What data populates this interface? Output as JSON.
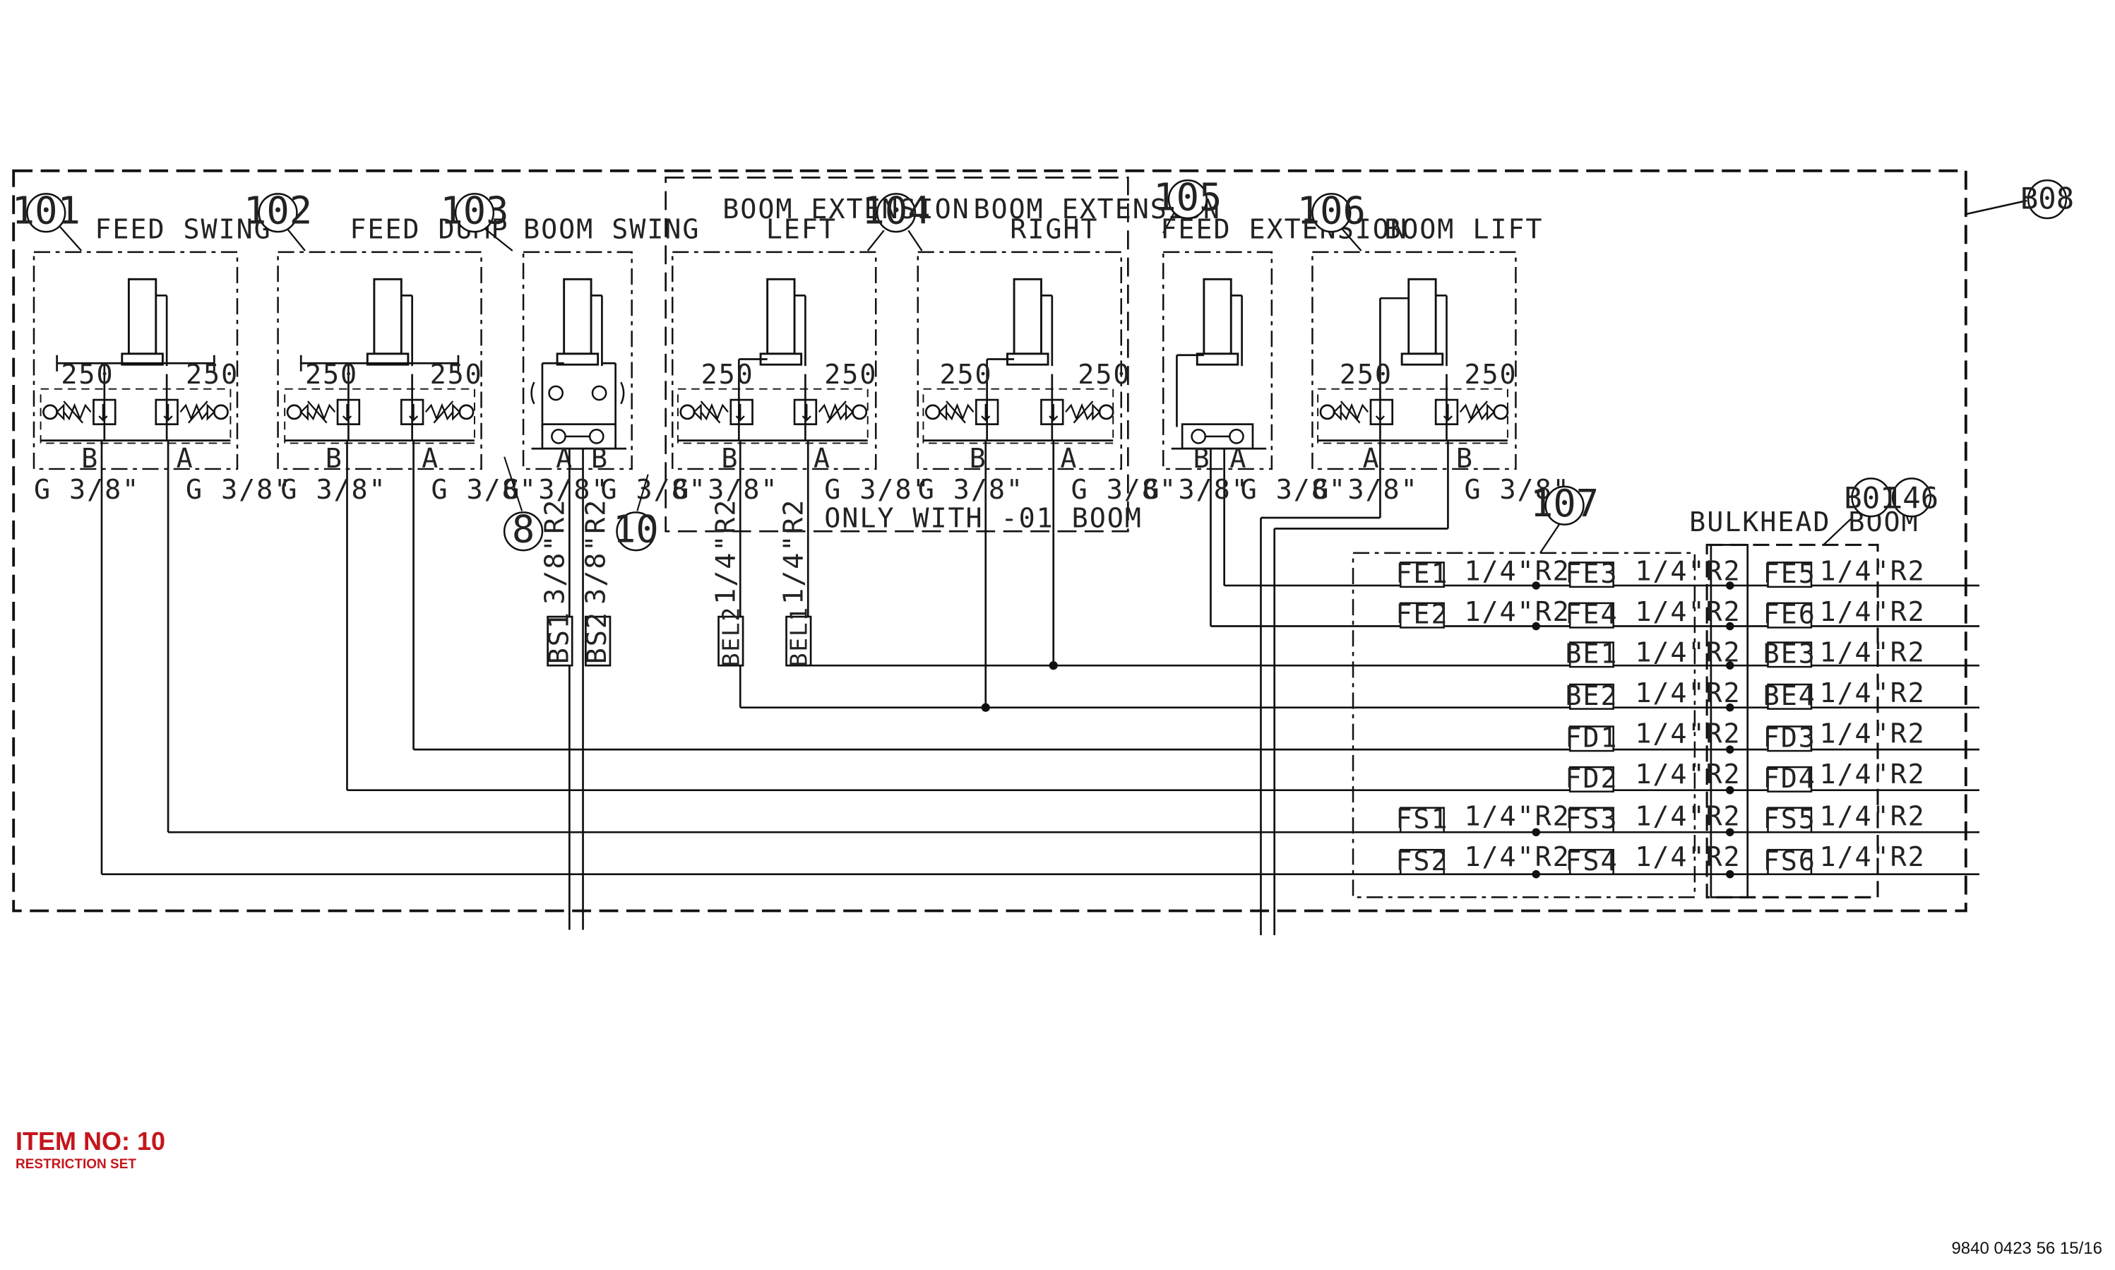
{
  "components": [
    {
      "num": "101",
      "title": "FEED SWING",
      "pressures": [
        "250",
        "250"
      ],
      "ports": [
        "B",
        "A"
      ],
      "fittings": [
        "G 3/8\"",
        "G 3/8\""
      ]
    },
    {
      "num": "102",
      "title": "FEED DUMP",
      "pressures": [
        "250",
        "250"
      ],
      "ports": [
        "B",
        "A"
      ],
      "fittings": [
        "G 3/8\"",
        "G 3/8\""
      ]
    },
    {
      "num": "103",
      "title": "BOOM SWING",
      "pressures": [],
      "ports": [
        "A",
        "B"
      ],
      "fittings": [
        "G 3/8\"",
        "G 3/8\""
      ]
    },
    {
      "num": "104",
      "title": "BOOM EXTENSION LEFT",
      "title_lines": [
        "BOOM EXTENSION",
        "LEFT"
      ],
      "pressures": [
        "250",
        "250"
      ],
      "ports": [
        "B",
        "A"
      ],
      "fittings": [
        "G 3/8\"",
        "G 3/8\""
      ]
    },
    {
      "num": "",
      "title": "BOOM EXTENSION RIGHT",
      "title_lines": [
        "BOOM EXTENSION",
        "RIGHT"
      ],
      "pressures": [
        "250",
        "250"
      ],
      "ports": [
        "B",
        "A"
      ],
      "fittings": [
        "G 3/8\"",
        "G 3/8\""
      ]
    },
    {
      "num": "105",
      "title": "FEED EXTENSION",
      "pressures": [],
      "ports": [
        "B",
        "A"
      ],
      "fittings": [
        "G 3/8\"",
        "G 3/8\""
      ]
    },
    {
      "num": "106",
      "title": "BOOM LIFT",
      "pressures": [
        "250",
        "250"
      ],
      "ports": [
        "A",
        "B"
      ],
      "fittings": [
        "G 3/8\"",
        "G 3/8\""
      ]
    }
  ],
  "callouts": {
    "restrictor_a": "8",
    "restrictor_b": "10",
    "coupling_block": "107",
    "bulkhead_a": "B01",
    "bulkhead_b": "146",
    "frame": "B08"
  },
  "notes": {
    "only_with_boom": "ONLY WITH -01 BOOM",
    "bulkhead": "BULKHEAD BOOM"
  },
  "hose_spec": {
    "small": "1/4\"R2",
    "large": "3/8\"R2"
  },
  "hose_tags": [
    "BS1",
    "BS2",
    "BEL2",
    "BEL1"
  ],
  "coupling_left": [
    "FE1",
    "FE2",
    "",
    "",
    "",
    "",
    "FS1",
    "FS2"
  ],
  "coupling_right": [
    "FE3",
    "FE4",
    "BE1",
    "BE2",
    "FD1",
    "FD2",
    "FS3",
    "FS4"
  ],
  "bulkhead_tags": [
    "FE5",
    "FE6",
    "BE3",
    "BE4",
    "FD3",
    "FD4",
    "FS5",
    "FS6"
  ],
  "item": {
    "label": "ITEM NO: 10",
    "sub": "RESTRICTION SET"
  },
  "document_number": "9840 0423 56 15/16",
  "colors": {
    "line": "#111111",
    "item_label": "#c4161c"
  }
}
